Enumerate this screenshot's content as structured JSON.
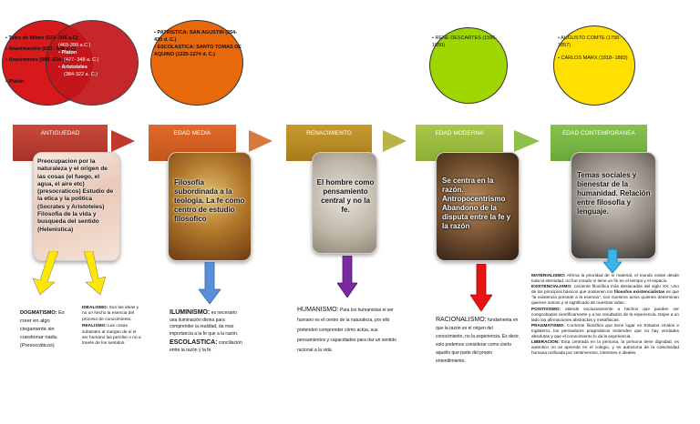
{
  "circles": {
    "antiguedad_a": [
      "Tales de Mileto (624 -546 a.C)",
      "Anaximandro (610 - 546 a.C)",
      "Anaximenes (588 -524 a.C.)",
      "Platón"
    ],
    "antiguedad_b": [
      "(469-399 a.C.)",
      "Platon",
      "(427- 348 a. C.)",
      "Aristoteles",
      "(384-322 a. C.)"
    ],
    "media": [
      "PATRISTICA: SAN AGUSTIN (354-430 d. C.)",
      "ESCOLASTICA: SANTO TOMAS DE AQUINO (1225-1274 d. C.)"
    ],
    "moderna": [
      "RENE DESCARTES (1596-1650)"
    ],
    "contemporanea": [
      "AUGUSTO COMTE (1798- 1857)",
      "CARLOS MARX (1818- 1883)"
    ]
  },
  "eras": [
    "ANTIGUEDAD",
    "EDAD MEDIA",
    "RENACIMIENTO",
    "EDAD MODERNA",
    "EDAD CONTEMPORANEA"
  ],
  "cards": {
    "antiguedad": "Preocupacion por la naturaleza y el origen de las cosas (el fuego, el agua, el aire etc) (presocraticos) Estudio de la etica y la politica (Socrates y Aristoteles) Filosofia de la vida y busqueda del sentido (Helenistica)",
    "media": "Filosofia subordinada a la teologia. La fe como centro de estudio filosofico",
    "renacimiento": "El hombre como pensamiento central y no la fe.",
    "moderna": "Se centra en la razón. Antropocentrismo Abandono de la disputa entre la fe y la razón",
    "contemporanea": "Temas sociales y bienestar de la humanidad. Relación entre filosofia y lenguaje."
  },
  "descriptions": {
    "dogmatismo_title": "DOGMATISMO:",
    "dogmatismo_body": "Es creer en algo ciegamente sin cuestionar nada. (Presocráticos)",
    "idealismo_title": "IDEALISMO:",
    "idealismo_body": "Son las ideas y no un hecho la esencia del proceso de conocimiento.",
    "realismo_title": "REALISMO:",
    "realismo_body": "Las cosas subsisten al margen de si el ser humano las percibe o no a través de los sentidos.",
    "iluminismo_title": "ILUMINISMO:",
    "iluminismo_body": "es necesario una iluminación divina para comprender la realidad, da mas importancia a la fe que a la razón.",
    "escolastica_title": "ESCOLASTICA:",
    "escolastica_body": "conciliación entre la razón y la fe.",
    "humanismo_title": "HUMANISMO:",
    "humanismo_body": "Para los humanistas el ser humano es el centro de la naturaleza, por ello pretenden comprender cómo actúa, sus pensamientos y capacidades para dar un sentido racional a la vida.",
    "racionalismo_title": "RACIONALISMO:",
    "racionalismo_body": "fundamenta en que la razón es el origen del conocimiento, no la experiencia. Es decir, solo podemos considerar como cierto aquello que parte del propio entendimiento.",
    "materialismo_title": "MATERIALISMO:",
    "materialismo_body": "Afirma la prioridad de lo material, el mundo existe desde toda la eternidad, no fue creado ni tiene un fin en el tiempo y el espacio.",
    "existencialismo_title": "EXISTENCIALISMO:",
    "existencialismo_body": "corriente filosófica más destacadas del siglo XX. Uno de los principios básicos que sostienen los",
    "existencialismo_bold": "filosofos existencialistas",
    "existencialismo_tail": "es que \"la existencia precede a la esencia\", son nuestros actos quienes determinan quienes somos y el significado de nuestras vidas.",
    "positivismo_title": "POSITIVISMO:",
    "positivismo_body": "atiende exclusivamente a hechos que pueden ser comprobados científicamente y a los resultados de la experiencia. Dejan a un lado las afirmaciones abstractas y metafísicas.",
    "pragmatismo_title": "PRAGMATISMO:",
    "pragmatismo_body": "Corriente filosófica que tiene lugar en Estados Unidos e Inglaterra, los pensadores pragmáticos entienden que no hay verdades absolutas y que el conocimiento lo da la experiencia.",
    "liberacion_title": "LIBERACION:",
    "liberacion_body": "Esta centrada en la persona, la persona tiene dignidad, es autentico no se aprende en el colegio, y es autóctona de la colectividad humana unificada por sentimientos, intereses e ideales."
  },
  "colors": {
    "antiguedad": "#c0392b",
    "media": "#d35400",
    "renacimiento": "#b8860b",
    "moderna": "#9acd32",
    "contemporanea": "#7dc142"
  }
}
